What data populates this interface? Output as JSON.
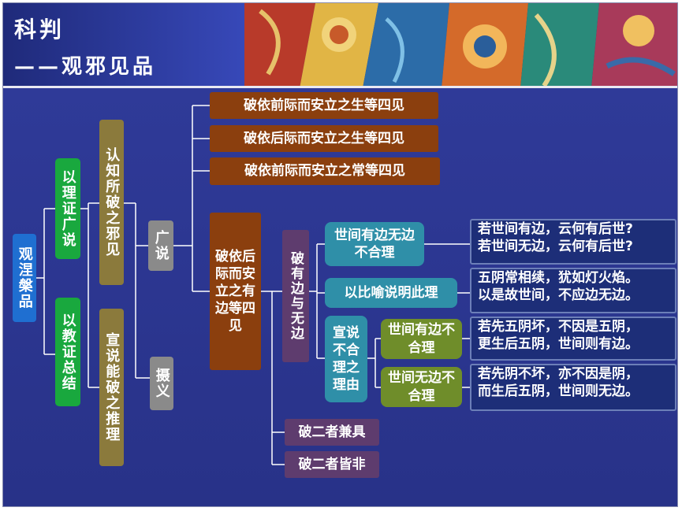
{
  "header": {
    "title_line1": "科判",
    "title_line2": "——观邪见品"
  },
  "tree": {
    "root": "观涅槃品",
    "l1": [
      "以理证广说",
      "以教证总结"
    ],
    "l2": [
      "认知所破之邪见",
      "宣说能破之推理"
    ],
    "l3": [
      "广说",
      "摄义"
    ],
    "l4": [
      "破依前际而安立之生等四见",
      "破依后际而安立之生等四见",
      "破依前际而安立之常等四见",
      "破依后际而安立之有边等四见"
    ],
    "l5": [
      "破有边与无边",
      "破二者兼具",
      "破二者皆非"
    ],
    "l6": [
      "世间有边无边不合理",
      "以比喻说明此理",
      "宣说不合理之理由"
    ],
    "l7": [
      "世间有边不合理",
      "世间无边不合理"
    ],
    "quotes": [
      {
        "line1": "若世间有边，云何有后世?",
        "line2": "若世间无边，云何有后世?"
      },
      {
        "line1": "五阴常相续，犹如灯火焰。",
        "line2": "以是故世间，不应边无边。"
      },
      {
        "line1": "若先五阴坏，不因是五阴，",
        "line2": "更生后五阴，世间则有边。"
      },
      {
        "line1": "若先阴不坏，亦不因是阴，",
        "line2": "而生后五阴，世间则无边。"
      }
    ]
  },
  "colors": {
    "background": "#2c3690",
    "root": "#1f6fd1",
    "level1": "#19a83e",
    "level2": "#8b7a3c",
    "level3": "#8a8a8a",
    "level4": "#8b3f0e",
    "level5": "#5e3c6e",
    "level6": "#2f8fa8",
    "level7": "#6f8d2a",
    "quote_box": "#1d2e78",
    "connector": "#ffffff"
  }
}
